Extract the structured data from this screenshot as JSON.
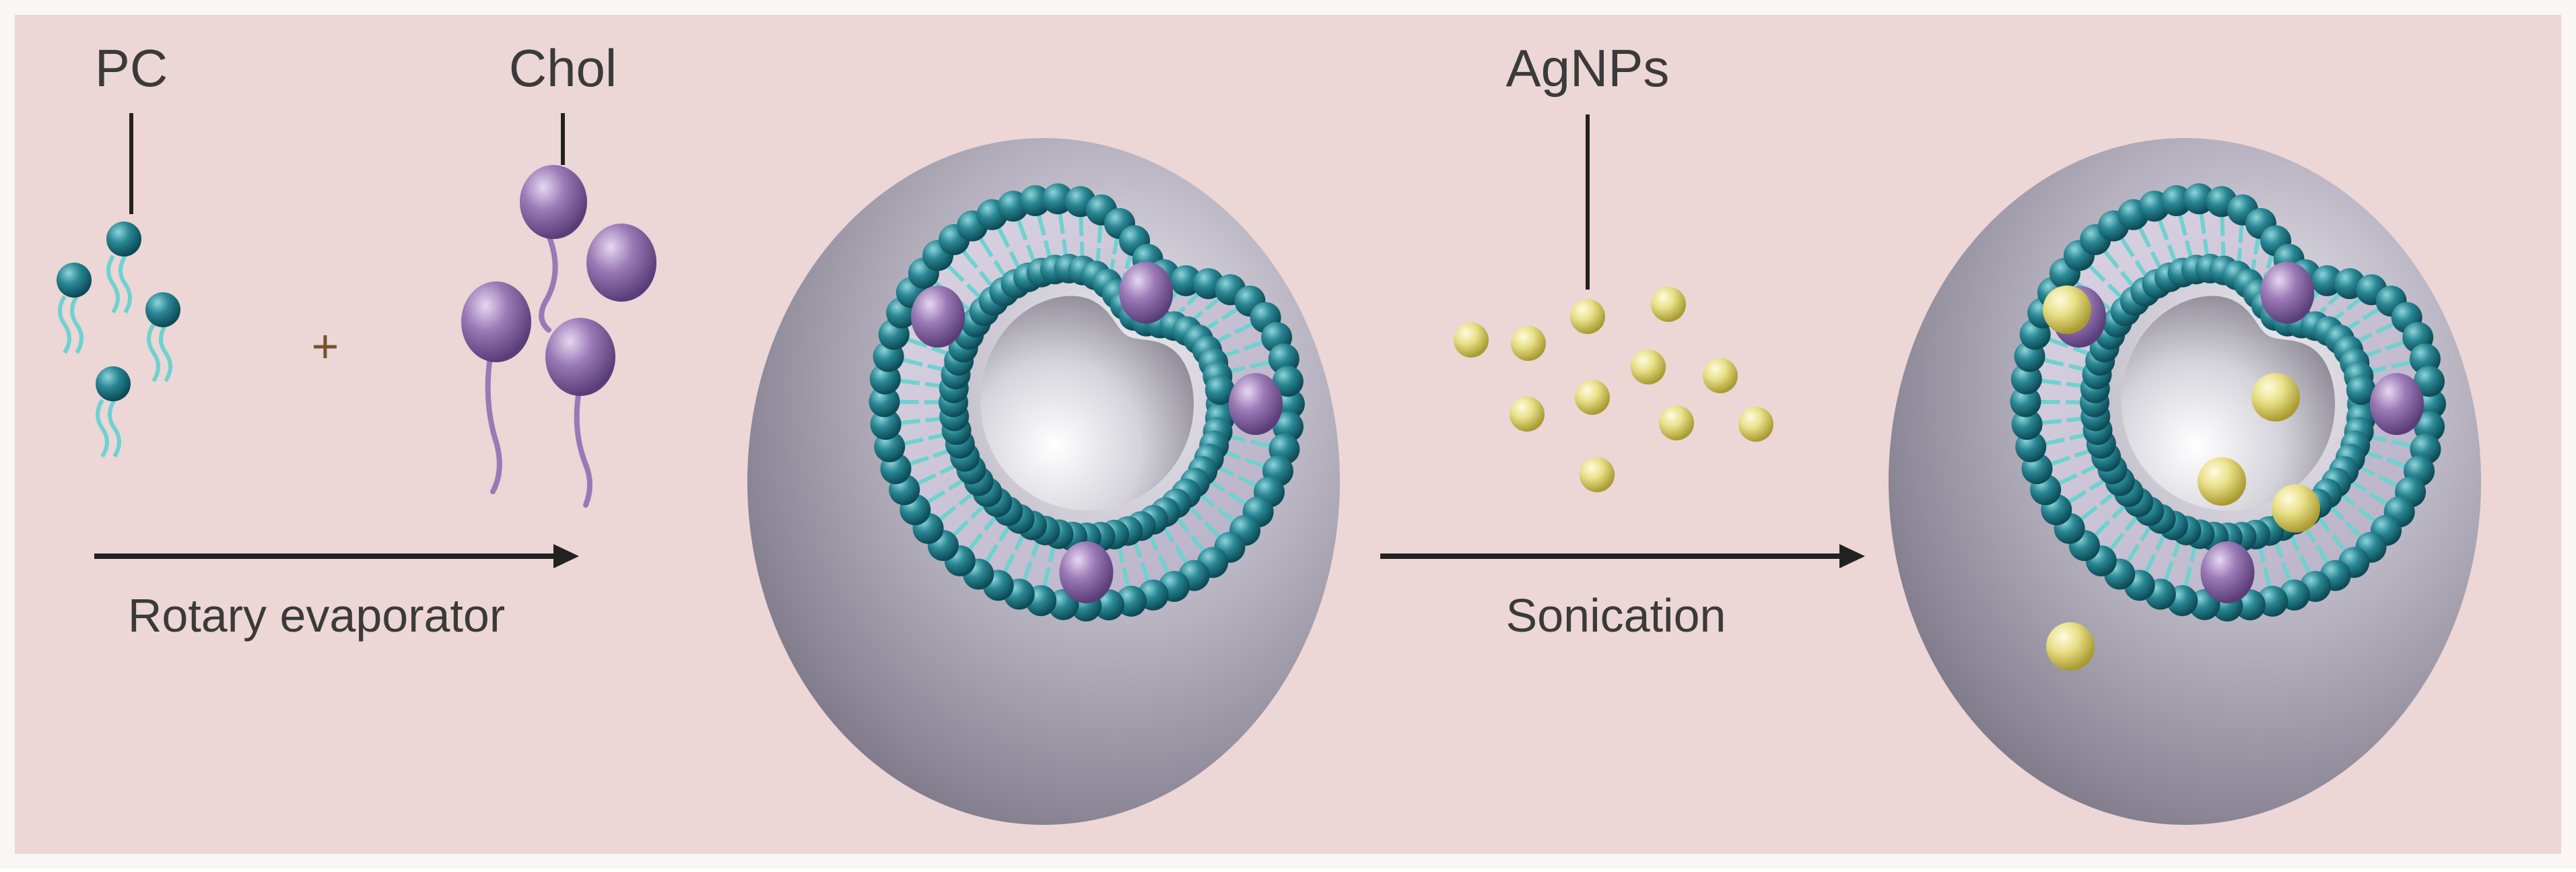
{
  "labels": {
    "pc": "PC",
    "chol": "Chol",
    "agnps": "AgNPs",
    "plus": "+",
    "step1": "Rotary evaporator",
    "step2": "Sonication"
  },
  "colors": {
    "background": "#ecd6d6",
    "frame": "#fbf6f6",
    "phospholipid_head": "#1d7784",
    "phospholipid_tail": "#6ed2d0",
    "cholesterol": "#9a79b6",
    "silver_nanoparticle": "#e8e088",
    "vesicle_shell": "#a8a3b1",
    "arrow": "#222222",
    "text": "#3a3a3a"
  },
  "icons": [
    "phospholipid-molecule-icon",
    "cholesterol-molecule-icon",
    "silver-nanoparticle-icon",
    "liposome-icon",
    "process-arrow-icon"
  ]
}
